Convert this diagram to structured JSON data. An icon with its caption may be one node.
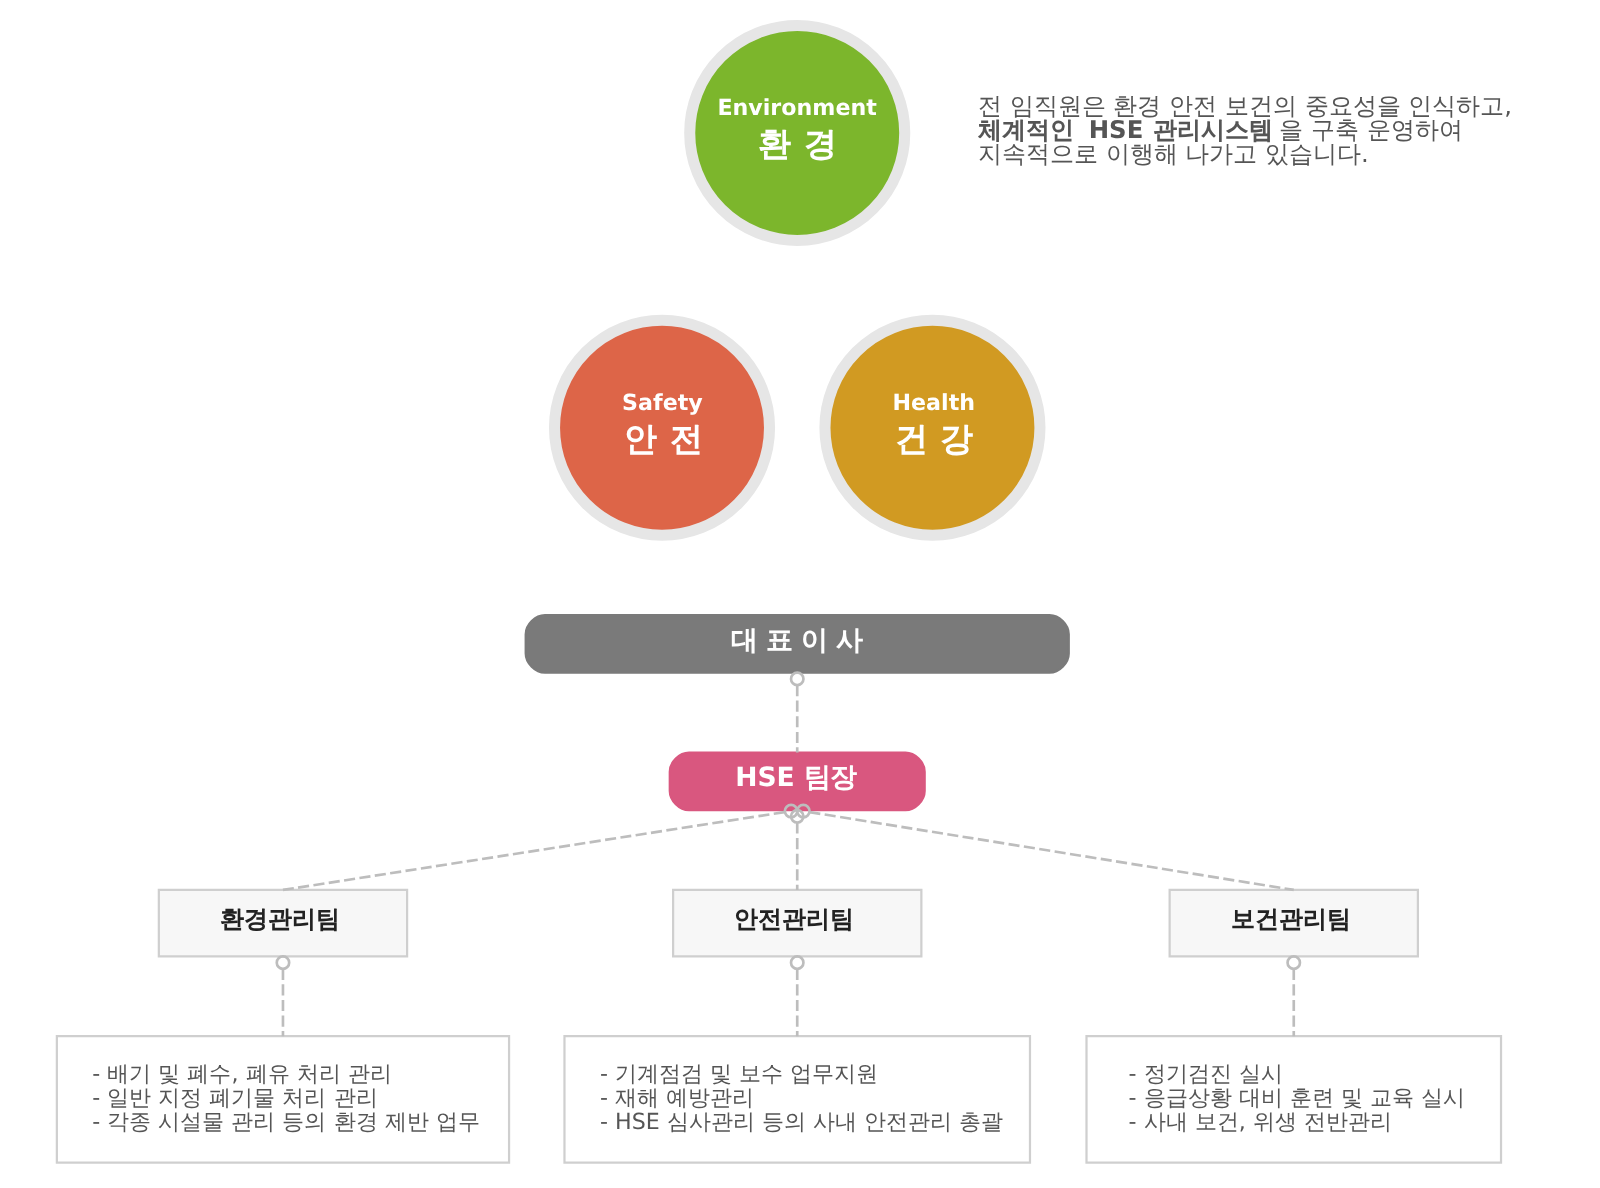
{
  "diagram": {
    "nodes": [
      {
        "text": [
          "Environment",
          "환 경"
        ]
      },
      {
        "text": [
          "Safety",
          "안 전"
        ]
      },
      {
        "text": [
          "Health",
          "건 강"
        ]
      },
      {
        "text": [
          "대 표 이 사"
        ]
      },
      {
        "text": [
          "HSE 팀장"
        ]
      },
      {
        "text": [
          "환경관리팀"
        ]
      },
      {
        "text": [
          "안전관리팀"
        ]
      },
      {
        "text": [
          "보건관리팀"
        ]
      },
      {
        "text": [
          "- 배기 및 폐수, 폐유 처리 관리",
          "- 일반 지정 폐기물 처리 관리",
          "- 각종 시설물 관리 등의 환경 제반 업무"
        ]
      },
      {
        "text": [
          "- 기계점검 및 보수 업무지원",
          "- 재해 예방관리",
          "- HSE 심사관리 등의 사내 안전관리 총괄"
        ]
      },
      {
        "text": [
          "- 정기검진 실시",
          "- 응급상황 대비 훈련 및 교육 실시",
          "- 사내 보건, 위생 전반관리"
        ]
      }
    ],
    "edges": [
      {
        "from": 3,
        "to": 4,
        "arrow": "other",
        "style": "dashed"
      },
      {
        "from": 4,
        "to": 5,
        "arrow": "other",
        "style": "dashed"
      },
      {
        "from": 4,
        "to": 6,
        "arrow": "other",
        "style": "dashed"
      },
      {
        "from": 4,
        "to": 7,
        "arrow": "other",
        "style": "dashed"
      },
      {
        "from": 5,
        "to": 8,
        "arrow": "other",
        "style": "dashed"
      },
      {
        "from": 6,
        "to": 9,
        "arrow": "other",
        "style": "dashed"
      },
      {
        "from": 7,
        "to": 10,
        "arrow": "other",
        "style": "dashed"
      }
    ],
    "labels": [
      "전 임직원은 환경 안전 보건의 중요성을 인식하고, **체계적인 HSE 관리시스템**을 구축 운영하여 지속적으로 이행해 나가고 있습니다."
    ]
  }
}
